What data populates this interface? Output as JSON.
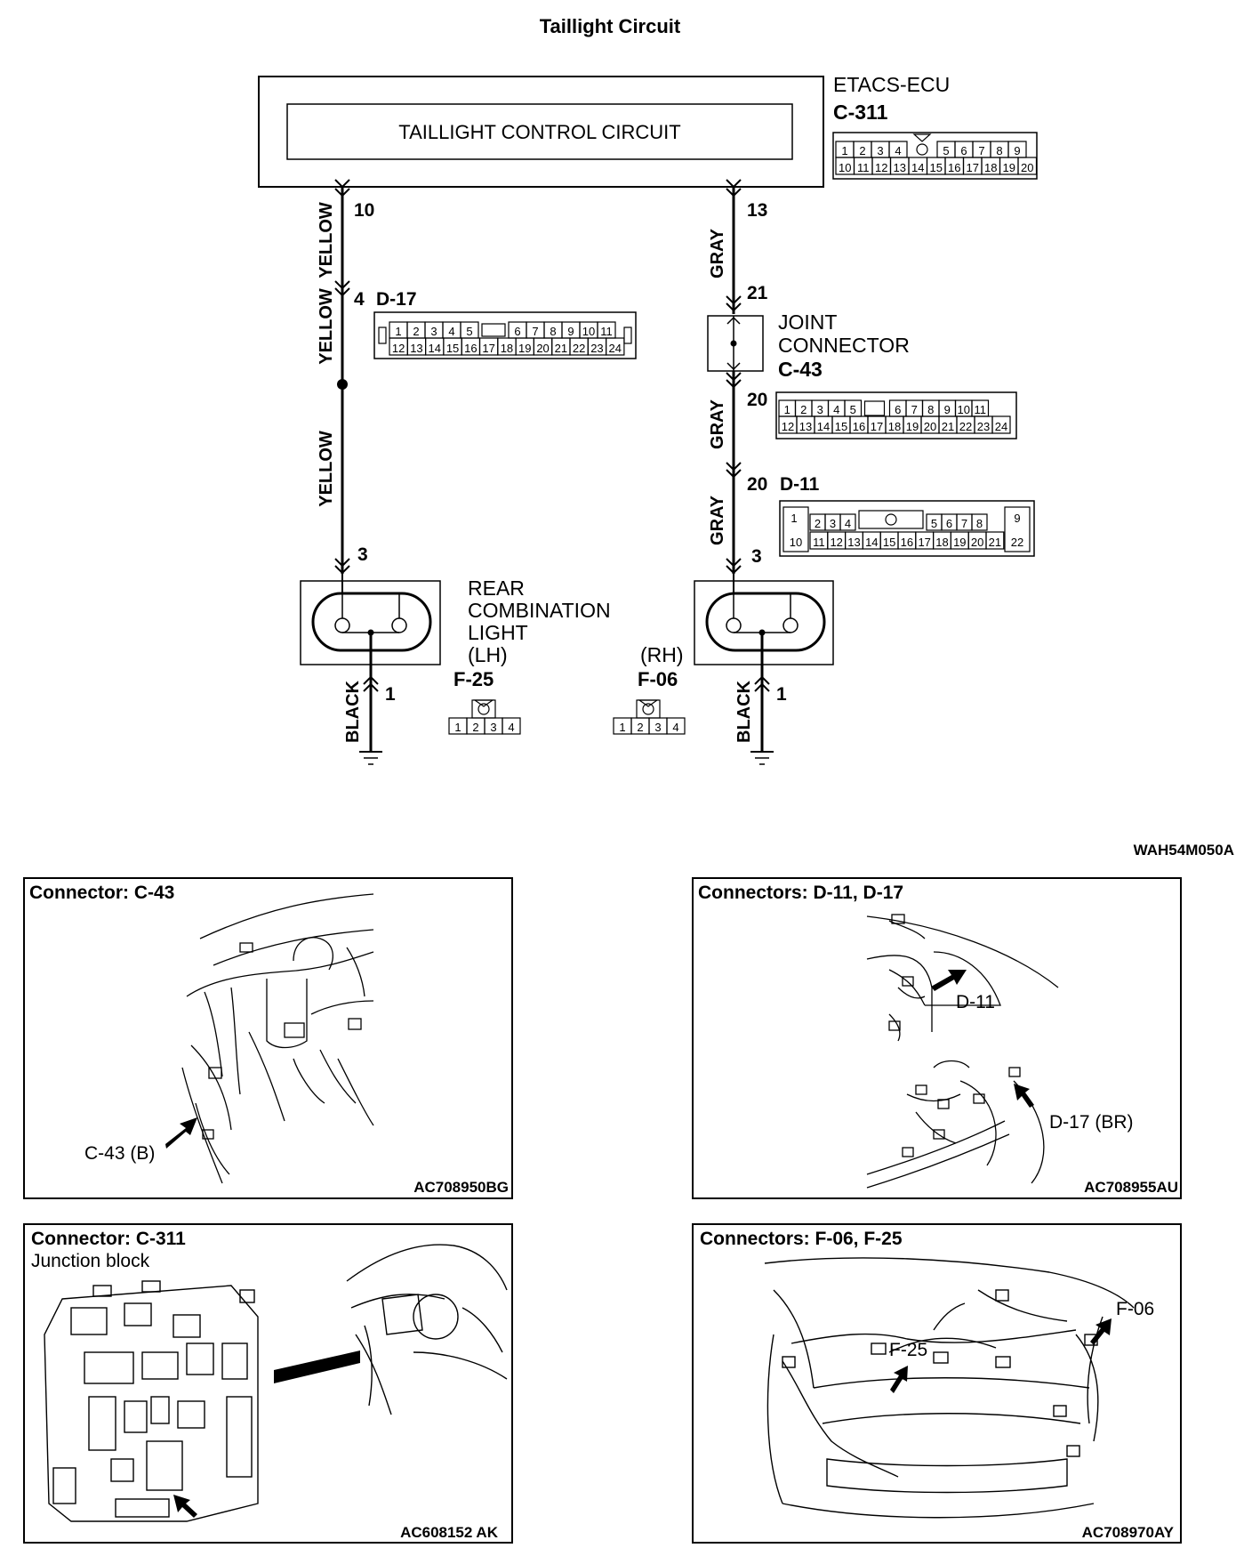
{
  "title": "Taillight Circuit",
  "figure_code": "WAH54M050A",
  "etacs": {
    "name": "ETACS-ECU",
    "connector": "C-311",
    "inner_label": "TAILLIGHT CONTROL CIRCUIT",
    "row1_pins": [
      "1",
      "2",
      "3",
      "4",
      "5",
      "6",
      "7",
      "8",
      "9"
    ],
    "row2_pins": [
      "10",
      "11",
      "12",
      "13",
      "14",
      "15",
      "16",
      "17",
      "18",
      "19",
      "20"
    ]
  },
  "wires": {
    "left_color": "YELLOW",
    "right_color": "GRAY",
    "ground_color": "BLACK"
  },
  "pins": {
    "etacs_left": "10",
    "etacs_right": "13",
    "d17_pin": "4",
    "joint_in": "21",
    "joint_out": "20",
    "d11_pin": "20",
    "lamp_lh_in": "3",
    "lamp_rh_in": "3",
    "lamp_lh_gnd": "1",
    "lamp_rh_gnd": "1"
  },
  "d17": {
    "name": "D-17",
    "row1_pins": [
      "1",
      "2",
      "3",
      "4",
      "5",
      "6",
      "7",
      "8",
      "9",
      "10",
      "11"
    ],
    "row2_pins": [
      "12",
      "13",
      "14",
      "15",
      "16",
      "17",
      "18",
      "19",
      "20",
      "21",
      "22",
      "23",
      "24"
    ]
  },
  "joint": {
    "line1": "JOINT",
    "line2": "CONNECTOR",
    "name": "C-43",
    "row1_pins": [
      "1",
      "2",
      "3",
      "4",
      "5",
      "6",
      "7",
      "8",
      "9",
      "10",
      "11"
    ],
    "row2_pins": [
      "12",
      "13",
      "14",
      "15",
      "16",
      "17",
      "18",
      "19",
      "20",
      "21",
      "22",
      "23",
      "24"
    ]
  },
  "d11": {
    "name": "D-11",
    "row1_pins": [
      "1",
      "2",
      "3",
      "4",
      "5",
      "6",
      "7",
      "8",
      "9"
    ],
    "row2_pins": [
      "10",
      "11",
      "12",
      "13",
      "14",
      "15",
      "16",
      "17",
      "18",
      "19",
      "20",
      "21",
      "22"
    ]
  },
  "lamp": {
    "line1": "REAR",
    "line2": "COMBINATION",
    "line3": "LIGHT",
    "lh": "(LH)",
    "rh": "(RH)",
    "f25": "F-25",
    "f06": "F-06",
    "pins4": [
      "1",
      "2",
      "3",
      "4"
    ]
  },
  "panels": {
    "c43": {
      "title": "Connector: C-43",
      "callout": "C-43 (B)",
      "code": "AC708950BG"
    },
    "d11d17": {
      "title": "Connectors: D-11, D-17",
      "callout_d11": "D-11",
      "callout_d17": "D-17 (BR)",
      "code": "AC708955AU"
    },
    "c311": {
      "title": "Connector: C-311",
      "subtitle": "Junction block",
      "code": "AC608152 AK"
    },
    "f06f25": {
      "title": "Connectors: F-06, F-25",
      "callout_f06": "F-06",
      "callout_f25": "F-25",
      "code": "AC708970AY"
    }
  }
}
